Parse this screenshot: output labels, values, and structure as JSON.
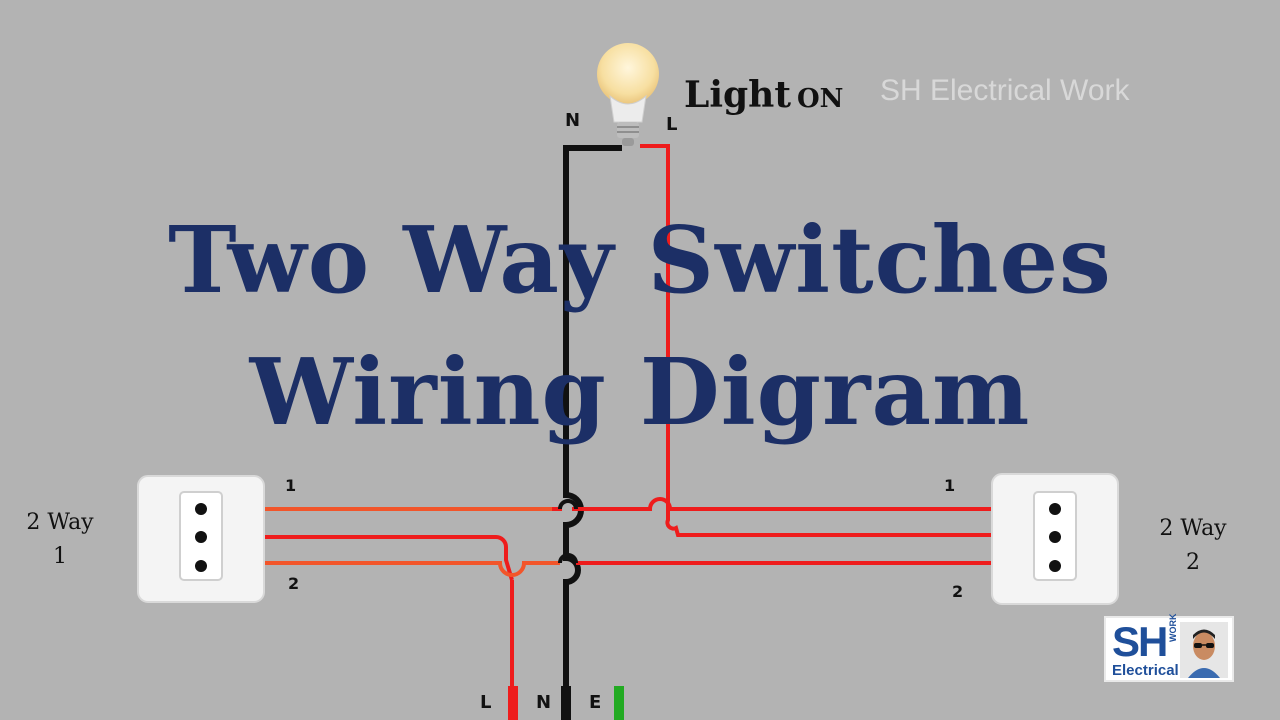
{
  "title": {
    "line1": "Two Way Switches",
    "line2": "Wiring Digram"
  },
  "light_label": {
    "text": "Light",
    "state": "ON"
  },
  "watermark": "SH Electrical Work",
  "lamp_terminals": {
    "neutral": "N",
    "live": "L"
  },
  "switch_left": {
    "label": "2 Way\n1",
    "terminal_1": "1",
    "terminal_2": "2"
  },
  "switch_right": {
    "label": "2 Way\n2",
    "terminal_1": "1",
    "terminal_2": "2"
  },
  "supply_terminals": {
    "live": "L",
    "neutral": "N",
    "earth": "E"
  },
  "logo": {
    "initials": "SH",
    "word_top": "WORK",
    "word_bottom": "Electrical"
  },
  "colors": {
    "background": "#b3b3b3",
    "title": "#1c2f66",
    "live_wire": "#ee1c1c",
    "traveler_wire": "#f2552a",
    "neutral_wire": "#111111",
    "earth_wire": "#22aa22"
  }
}
